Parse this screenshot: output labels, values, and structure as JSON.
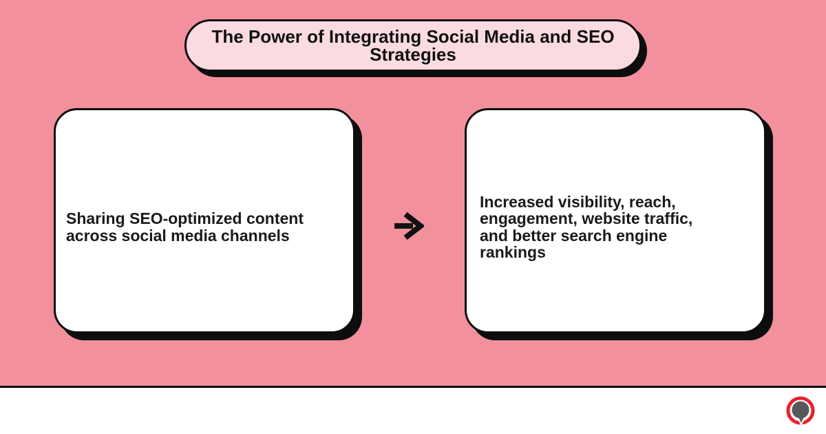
{
  "title_banner": {
    "lines": [
      "The Power of Integrating Social Media and SEO",
      "Strategies"
    ]
  },
  "diagram": {
    "cause_card": {
      "lines": [
        "Sharing SEO-optimized content",
        "across social media channels"
      ]
    },
    "arrow_icon": "arrow-right-icon",
    "effect_card": {
      "lines": [
        "Increased visibility, reach,",
        "engagement, website traffic,",
        "and better search engine",
        "rankings"
      ]
    }
  },
  "footer": {
    "logo_icon": "speech-bubble-ring-logo"
  },
  "colors": {
    "background_pink": "#F2919D",
    "banner_fill_pink": "#FBDBE2",
    "outline_black": "#0D0D0D",
    "card_fill_white": "#FFFFFF",
    "logo_ring_red": "#E8212E",
    "logo_bubble_gray": "#58585A",
    "footer_white": "#FFFFFF"
  }
}
